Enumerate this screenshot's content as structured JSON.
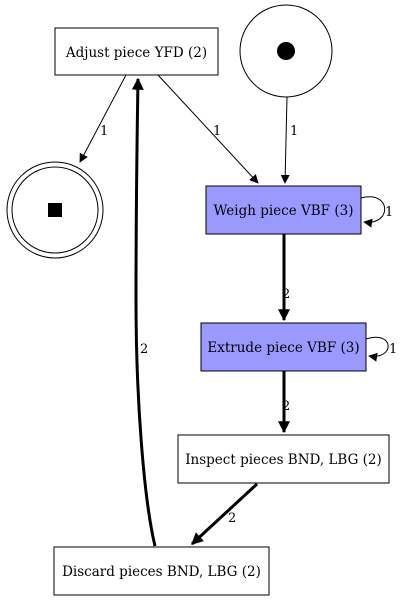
{
  "nodes": {
    "adjust": {
      "label": "Adjust piece YFD (2)",
      "fill": "#ffffff"
    },
    "weigh": {
      "label": "Weigh piece VBF (3)",
      "fill": "#9999ff"
    },
    "extrude": {
      "label": "Extrude piece VBF (3)",
      "fill": "#9999ff"
    },
    "inspect": {
      "label": "Inspect pieces BND, LBG (2)",
      "fill": "#ffffff"
    },
    "discard": {
      "label": "Discard pieces BND, LBG (2)",
      "fill": "#ffffff"
    }
  },
  "edges": {
    "start_weigh": "1",
    "adjust_end": "1",
    "adjust_weigh": "1",
    "weigh_self": "1",
    "weigh_extrude": "2",
    "extrude_self": "1",
    "extrude_inspect": "2",
    "inspect_discard": "2",
    "discard_adjust": "2"
  },
  "colors": {
    "highlight": "#9999ff",
    "stroke": "#000000"
  }
}
